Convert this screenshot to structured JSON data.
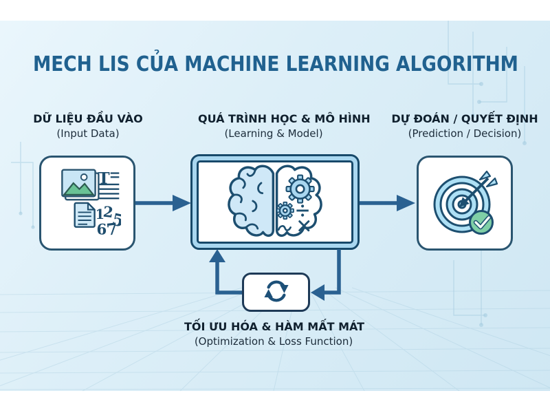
{
  "title": "MECH LIS CỦA MACHINE LEARNING ALGORITHM",
  "nodes": {
    "input": {
      "label_vi": "DỮ LIỆU ĐẦU VÀO",
      "label_en": "(Input Data)",
      "icon": "documents-image-numbers-icon"
    },
    "model": {
      "label_vi": "QUÁ TRÌNH HỌC & MÔ HÌNH",
      "label_en": "(Learning & Model)",
      "icon": "brain-gears-icon"
    },
    "prediction": {
      "label_vi": "DỰ ĐOÁN / QUYẾT ĐỊNH",
      "label_en": "(Prediction / Decision)",
      "icon": "target-arrow-check-icon"
    },
    "optimization": {
      "label_vi": "TỐI ƯU HÓA & HÀM MẤT MÁT",
      "label_en": "(Optimization & Loss Function)",
      "icon": "refresh-cycle-icon"
    }
  },
  "flow": {
    "arrows": [
      "input -> model",
      "model -> prediction",
      "model -> optimization (feedback down)",
      "optimization -> model (feedback up)"
    ]
  },
  "colors": {
    "title_blue": "#20618f",
    "label_text": "#10202e",
    "arrow_blue": "#2a6191",
    "node_border": "#2a5570",
    "monitor_frame_fill": "#a9d7f0",
    "monitor_border": "#17496a",
    "icon_navy": "#1d4f70",
    "icon_light_blue": "#bfe2f5",
    "accent_green": "#7fcfa6",
    "background_blue": "#d8ecf6",
    "canvas_white": "#ffffff"
  }
}
